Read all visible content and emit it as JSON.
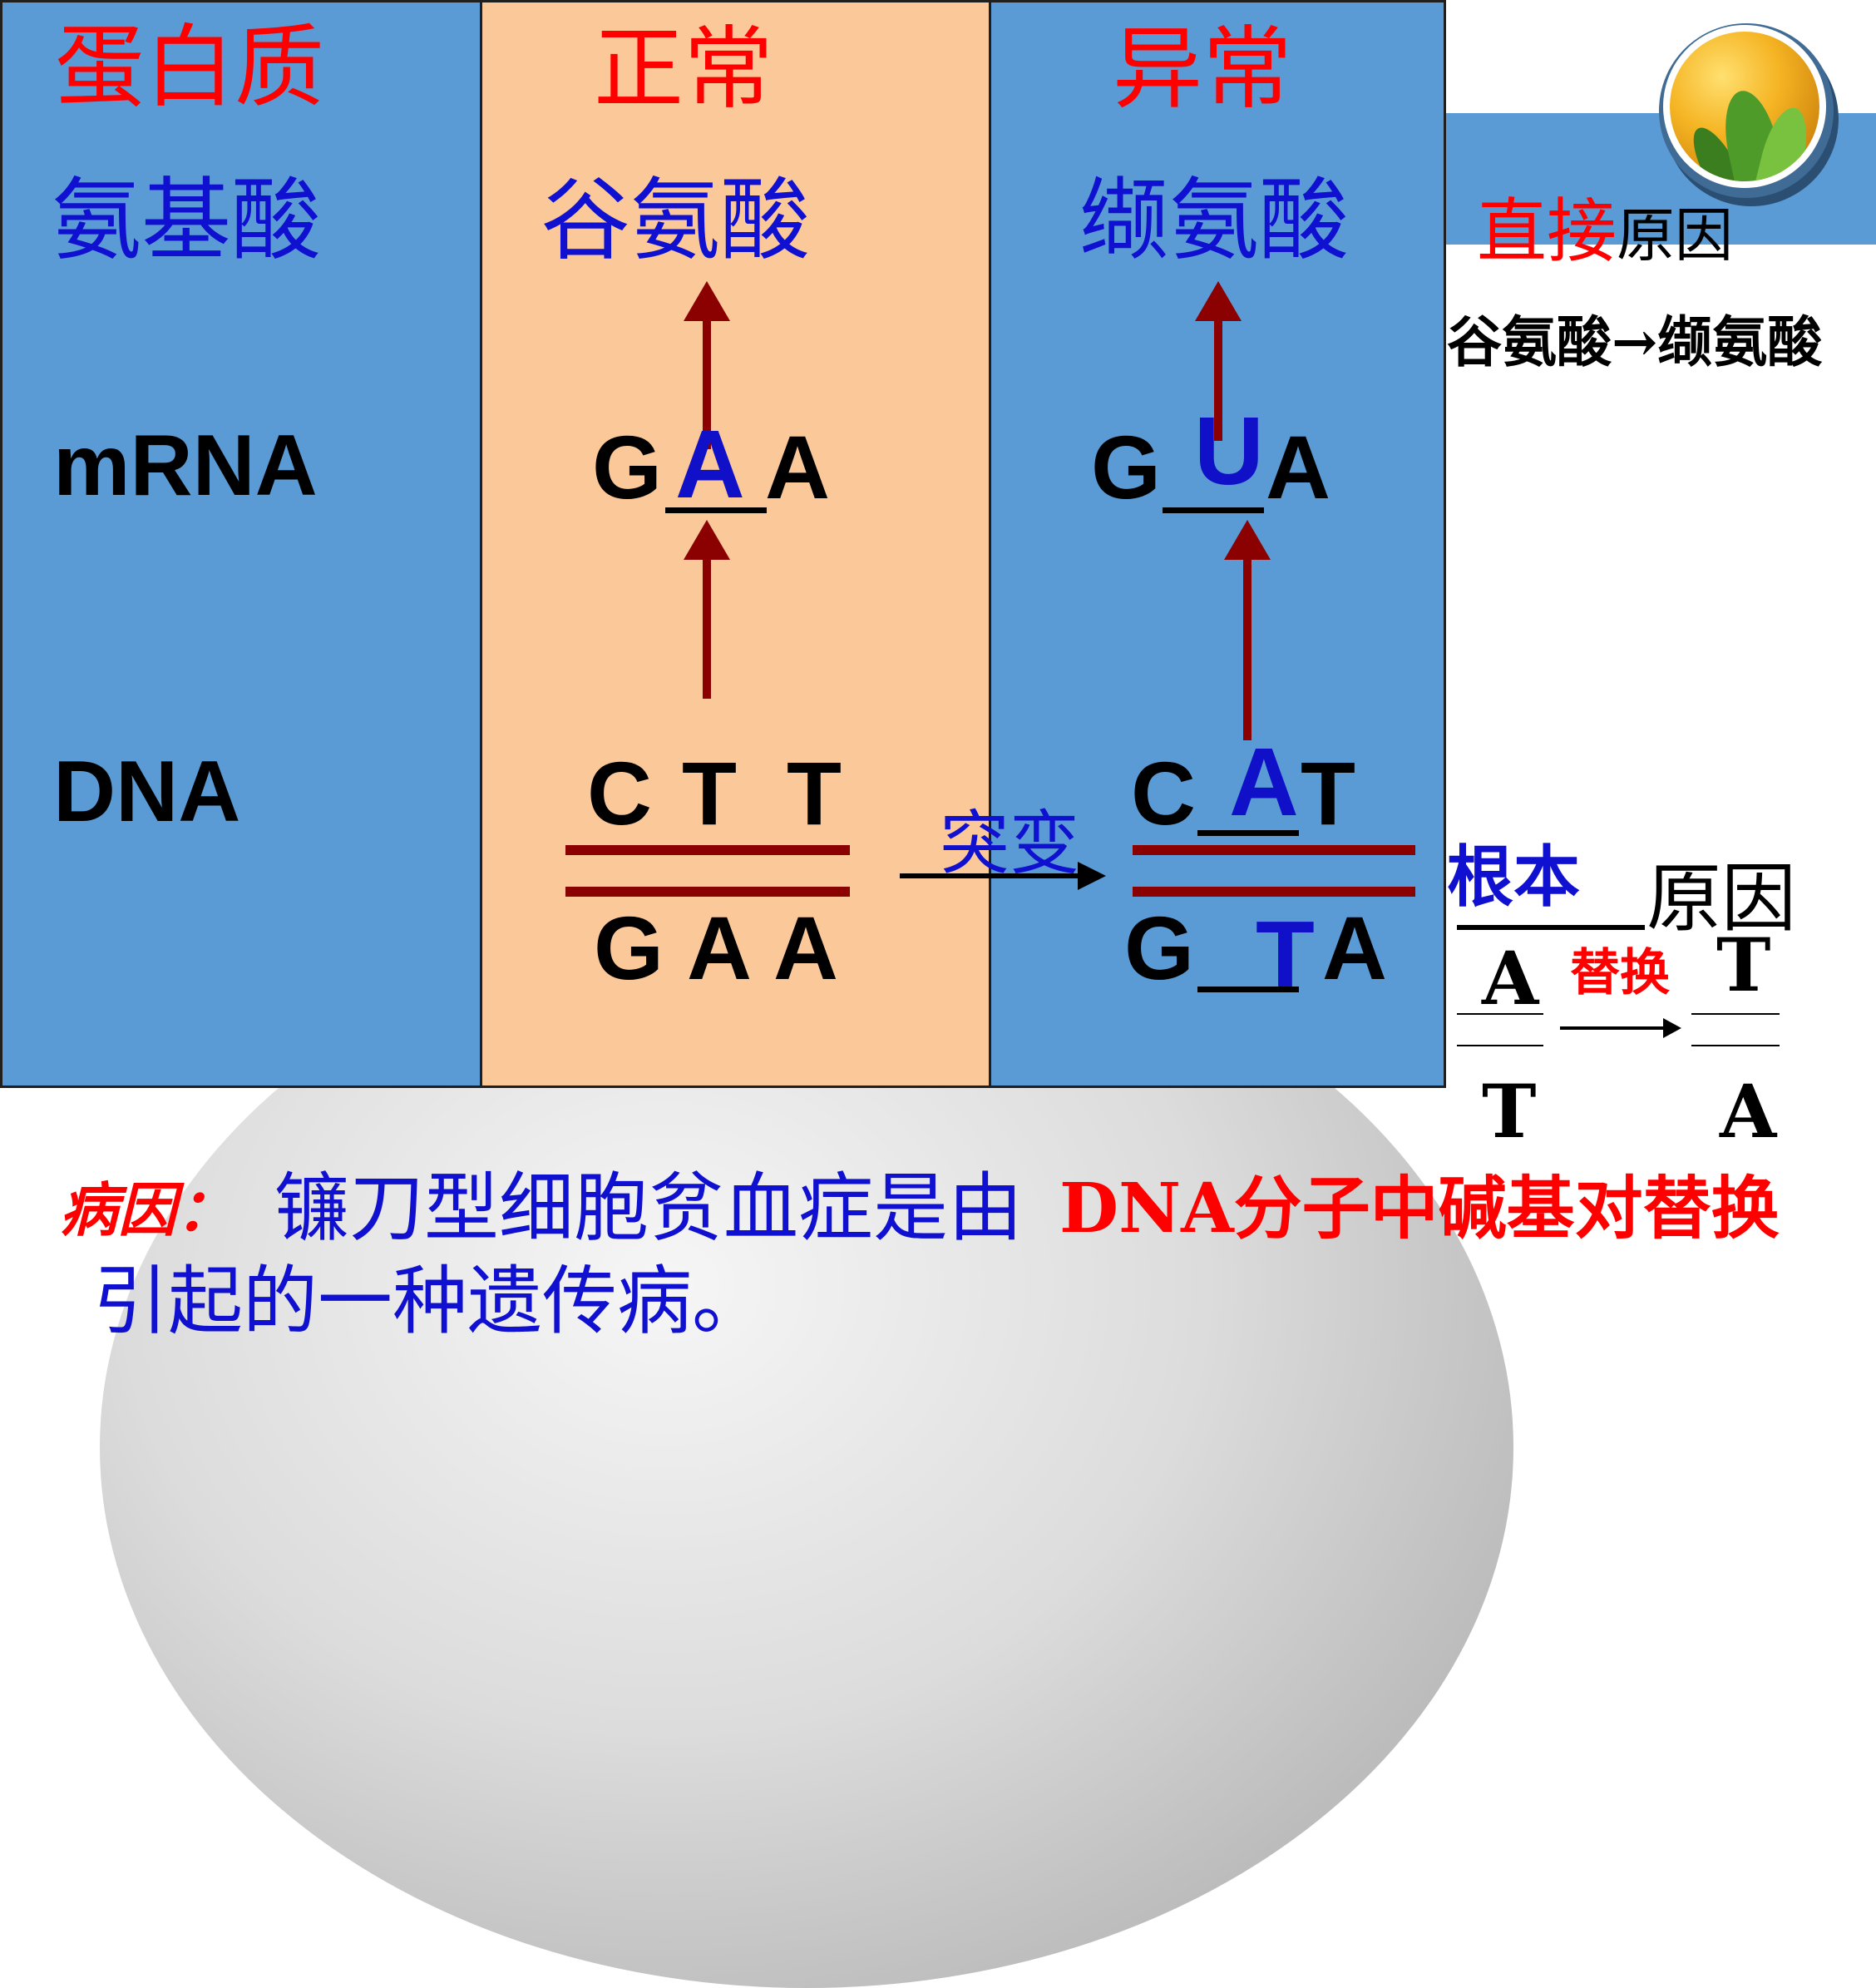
{
  "left": {
    "protein": "蛋白质",
    "amino_acid": "氨基酸",
    "mrna": "mRNA",
    "dna": "DNA"
  },
  "normal": {
    "title": "正常",
    "amino_acid": "谷氨酸",
    "mrna": [
      "G",
      "A",
      "A"
    ],
    "dna_top": [
      "C",
      "T",
      "T"
    ],
    "dna_bottom": [
      "G",
      "A",
      "A"
    ]
  },
  "abnormal": {
    "title": "异常",
    "amino_acid": "缬氨酸",
    "mrna": [
      "G",
      "U",
      "A"
    ],
    "dna_top": [
      "C",
      "A",
      "T"
    ],
    "dna_bottom": [
      "G",
      "T",
      "A"
    ]
  },
  "mutation_label": "突变",
  "direct_cause": {
    "highlight": "直接",
    "rest": "原因",
    "detail": "谷氨酸→缬氨酸"
  },
  "root_cause": {
    "highlight": "根本",
    "rest": "原因",
    "replace_label": "替换",
    "pair_before": [
      "A",
      "T"
    ],
    "pair_after": [
      "T",
      "A"
    ]
  },
  "conclusion": {
    "label": "病因：",
    "text1": "镰刀型细胞贫血症是由",
    "text_red": "DNA分子中碱基对替换",
    "text2": "引起的一种遗传病。"
  },
  "colors": {
    "panel_blue": "#5b9bd5",
    "panel_peach": "#fbc89a",
    "title_red": "#ff0000",
    "text_blue": "#1010d0",
    "arrow_dark_red": "#8b0000"
  }
}
